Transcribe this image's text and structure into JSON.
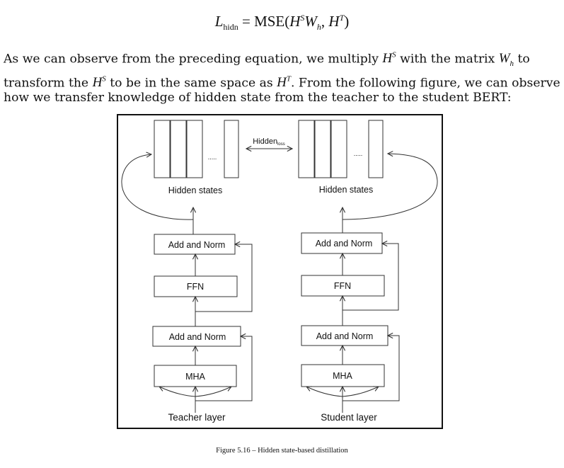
{
  "equation": {
    "lhs": "L",
    "lhs_sub": "hidn",
    "rhs_prefix": " = MSE(",
    "h": "H",
    "s": "S",
    "w": "W",
    "w_sub": "h",
    "comma": ", ",
    "t": "T",
    "close": ")"
  },
  "paragraph": {
    "t1": "As we can observe from the preceding equation, we multiply ",
    "t2": " with the matrix ",
    "t3": " to",
    "t4": "transform the ",
    "t5": " to be in the same space as ",
    "t6": ". From the following figure, we can observe",
    "t7": "how we transfer knowledge of hidden state from the teacher to the student BERT:"
  },
  "figure": {
    "ellipsis": ".....",
    "hidden_loss_main": "Hidden",
    "hidden_loss_sub": "loss",
    "teacher": {
      "hidden_states": "Hidden states",
      "add_norm_top": "Add and Norm",
      "ffn": "FFN",
      "add_norm_bottom": "Add and Norm",
      "mha": "MHA",
      "layer_label": "Teacher layer"
    },
    "student": {
      "hidden_states": "Hidden states",
      "add_norm_top": "Add and Norm",
      "ffn": "FFN",
      "add_norm_bottom": "Add and Norm",
      "mha": "MHA",
      "layer_label": "Student layer"
    }
  },
  "caption": "Figure 5.16 – Hidden state-based distillation"
}
